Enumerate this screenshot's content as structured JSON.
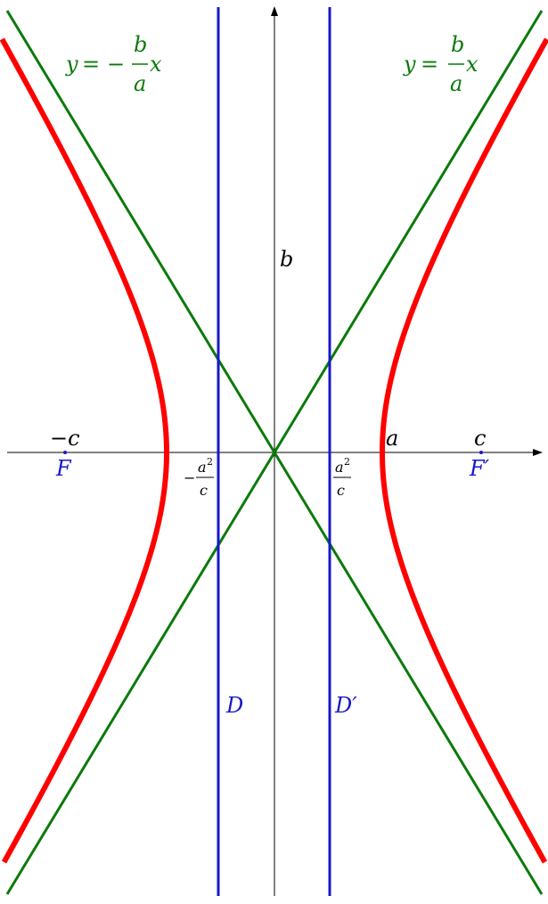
{
  "colors": {
    "hyperbola": "#ff0000",
    "asymptote": "#0a7a0a",
    "directrix": "#1818c8",
    "axis": "#000000"
  },
  "curves": {
    "hyperbola_equation_shape": "x^2/a^2 - y^2/b^2 = 1"
  },
  "labels": {
    "asymptote_pos": {
      "lhs": "y",
      "eq": "=",
      "num": "b",
      "den": "a",
      "var": "x"
    },
    "asymptote_neg": {
      "lhs": "y",
      "eq": "=",
      "sign": "−",
      "num": "b",
      "den": "a",
      "var": "x"
    },
    "b": "b",
    "a": "a",
    "c_pos": "c",
    "c_neg": "−c",
    "focus_left": "F",
    "focus_right": "F′",
    "directrix_left": "D",
    "directrix_right": "D′",
    "a2c_pos": {
      "num": "a",
      "exp": "2",
      "den": "c"
    },
    "a2c_neg": {
      "sign": "−",
      "num": "a",
      "exp": "2",
      "den": "c"
    }
  }
}
